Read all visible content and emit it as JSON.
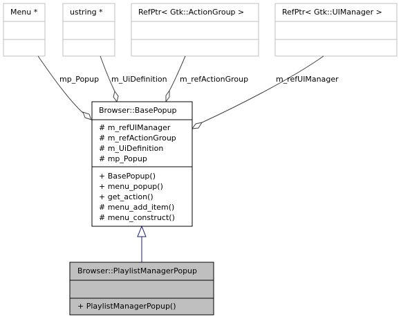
{
  "nodes": {
    "menu": {
      "title": "Menu *"
    },
    "ustring": {
      "title": "ustring *"
    },
    "action_group": {
      "title": "RefPtr< Gtk::ActionGroup >"
    },
    "ui_manager": {
      "title": "RefPtr< Gtk::UIManager >"
    },
    "base_popup": {
      "title": "Browser::BasePopup",
      "attributes": [
        "# m_refUIManager",
        "# m_refActionGroup",
        "# m_UiDefinition",
        "# mp_Popup"
      ],
      "methods": [
        "+ BasePopup()",
        "+ menu_popup()",
        "+ get_action()",
        "# menu_add_item()",
        "# menu_construct()"
      ]
    },
    "playlist_popup": {
      "title": "Browser::PlaylistManagerPopup",
      "methods": [
        "+ PlaylistManagerPopup()"
      ]
    }
  },
  "edges": {
    "mp_popup": "mp_Popup",
    "ui_definition": "m_UiDefinition",
    "ref_action_group": "m_refActionGroup",
    "ref_ui_manager": "m_refUIManager"
  },
  "colors": {
    "assoc_edge": "#404040",
    "inherit_edge": "#191970",
    "faded_border": "#bfbfbf",
    "highlight_fill": "#bfbfbf"
  }
}
